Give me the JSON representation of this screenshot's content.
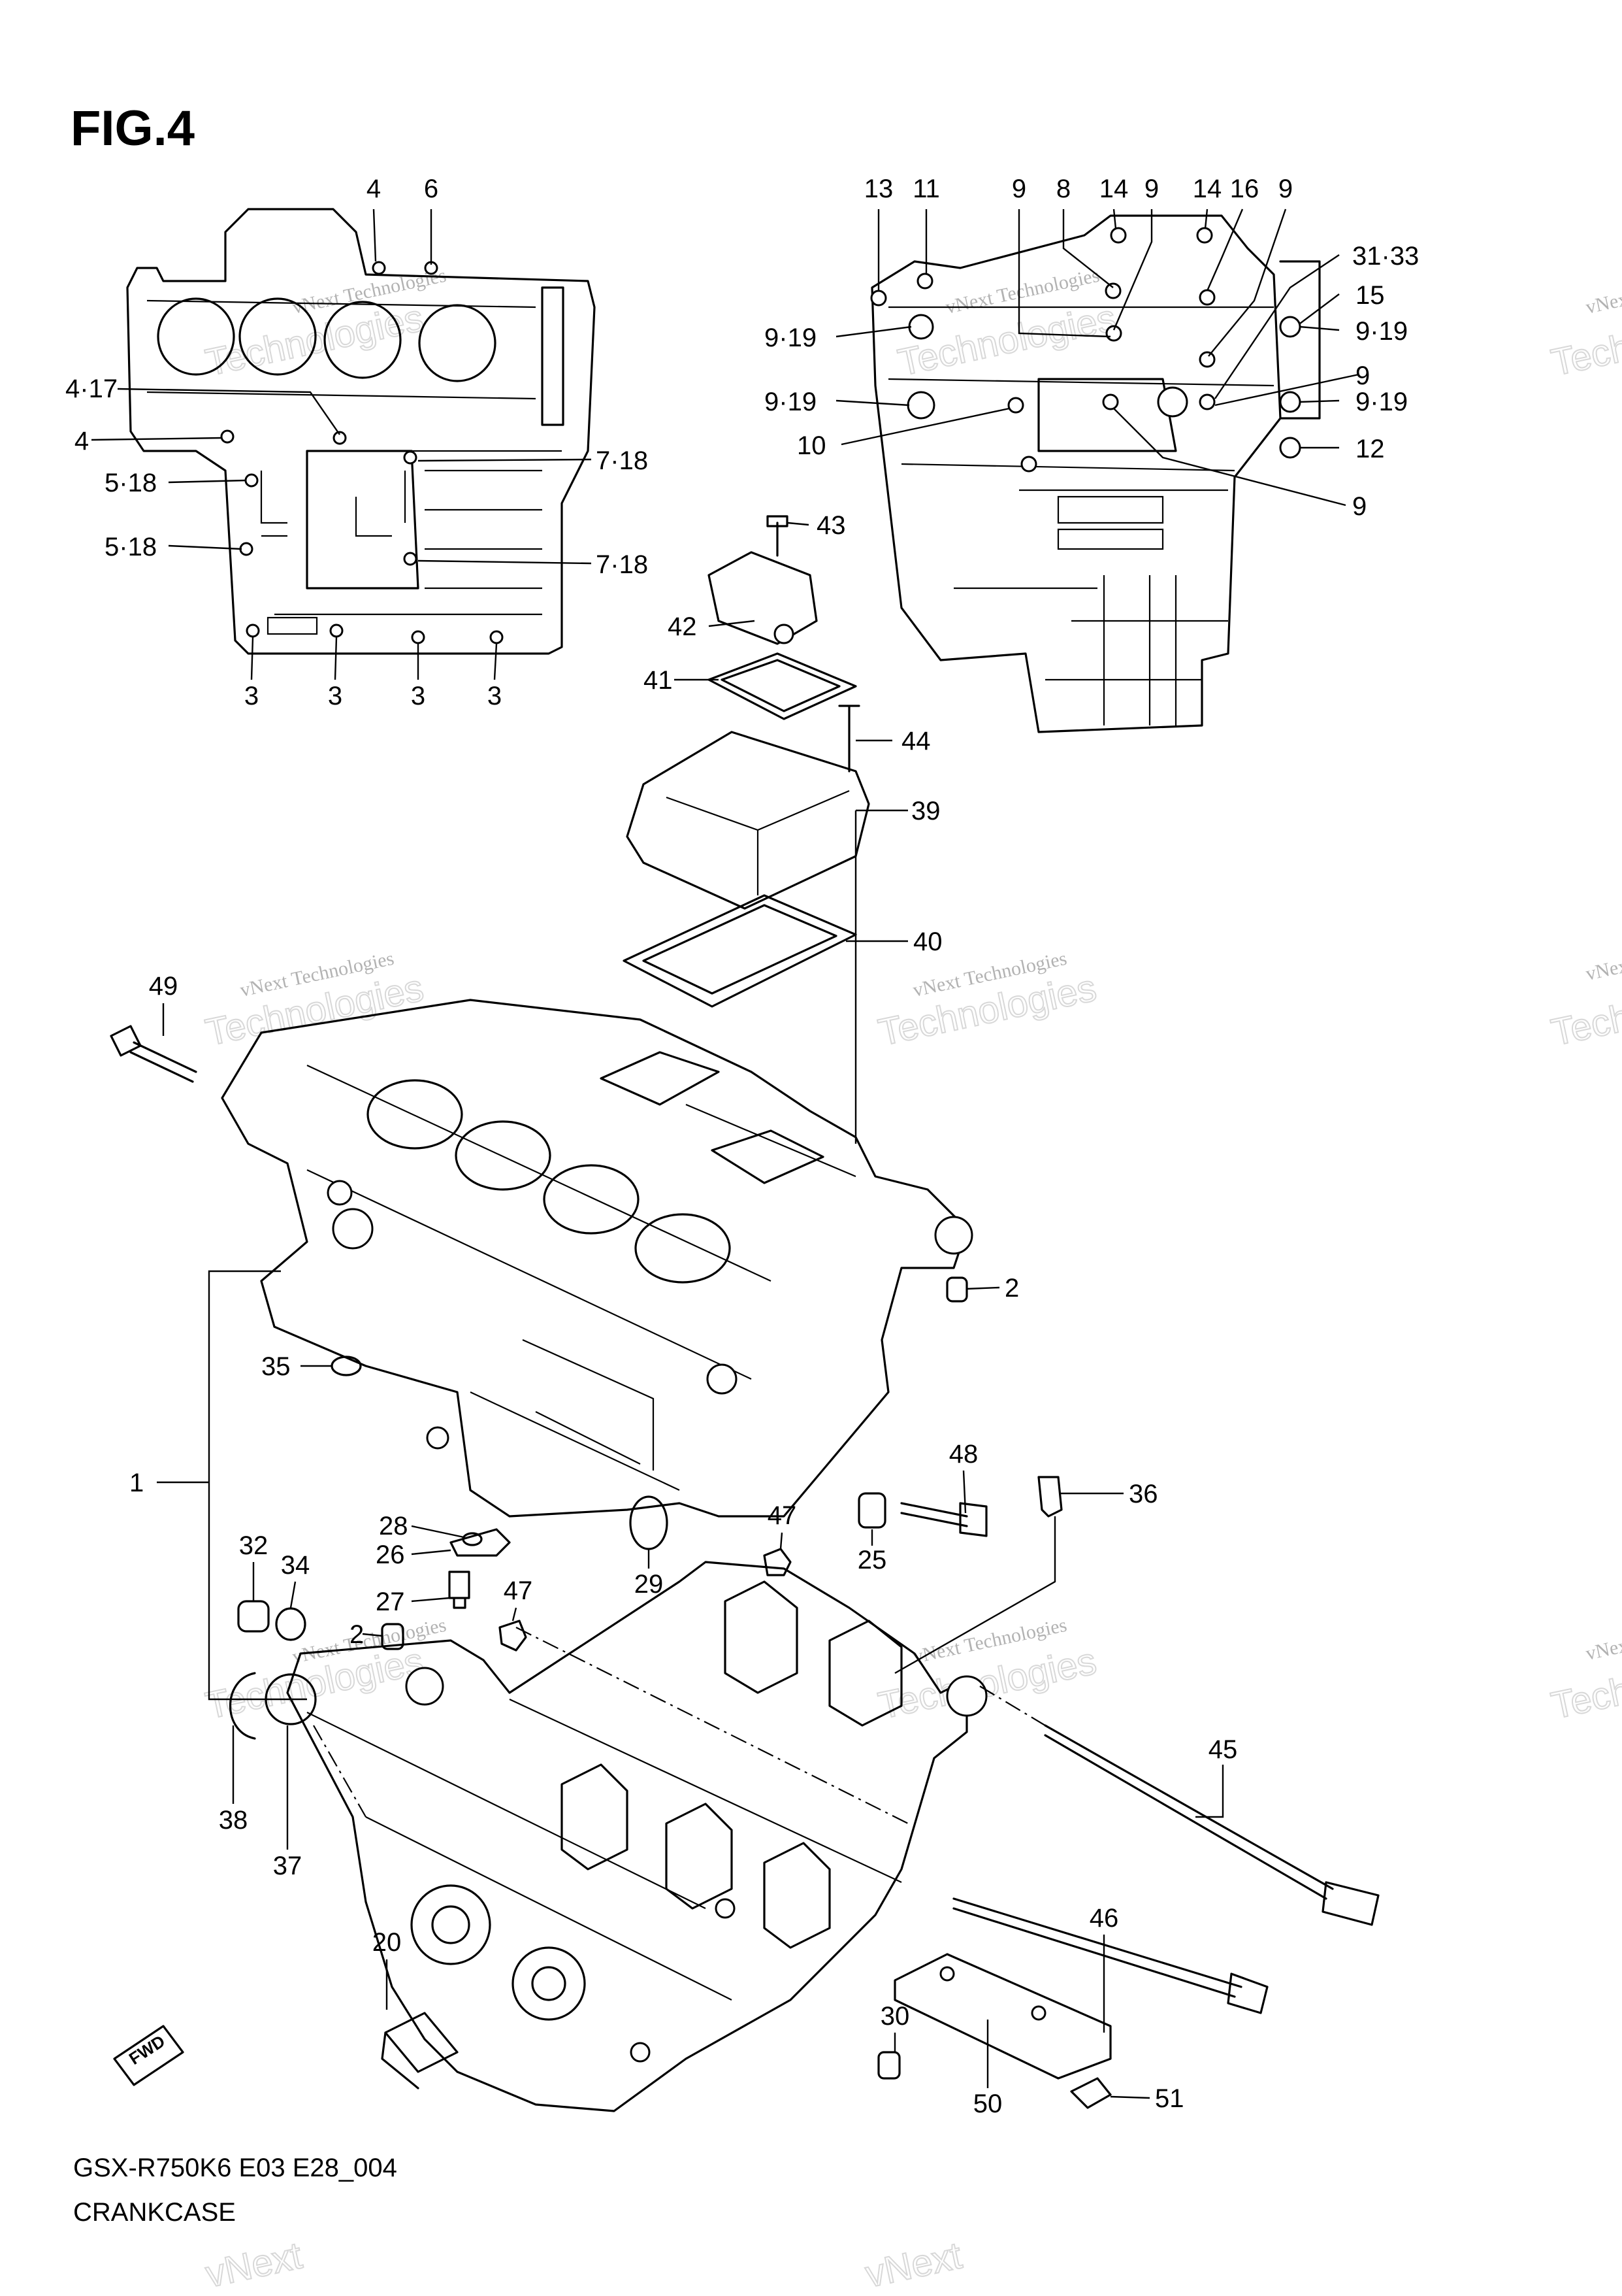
{
  "figure": {
    "title": "FIG.4",
    "model_code": "GSX-R750K6 E03 E28_004",
    "name": "CRANKCASE"
  },
  "watermark": {
    "line1": "vNext Technologies",
    "line2": "Technologies",
    "line3": "vNext"
  },
  "callouts": [
    "4",
    "6",
    "4·17",
    "4",
    "5·18",
    "5·18",
    "7·18",
    "7·18",
    "3",
    "3",
    "3",
    "3",
    "13",
    "11",
    "9",
    "8",
    "14",
    "9",
    "14",
    "16",
    "9",
    "31·33",
    "15",
    "9·19",
    "9·19",
    "9·19",
    "9·19",
    "10",
    "9",
    "12",
    "9",
    "43",
    "42",
    "41",
    "44",
    "39",
    "40",
    "49",
    "2",
    "35",
    "1",
    "48",
    "36",
    "47",
    "25",
    "28",
    "26",
    "32",
    "34",
    "27",
    "47",
    "29",
    "2",
    "45",
    "38",
    "37",
    "46",
    "20",
    "30",
    "50",
    "51"
  ],
  "fwd_label": "FWD"
}
